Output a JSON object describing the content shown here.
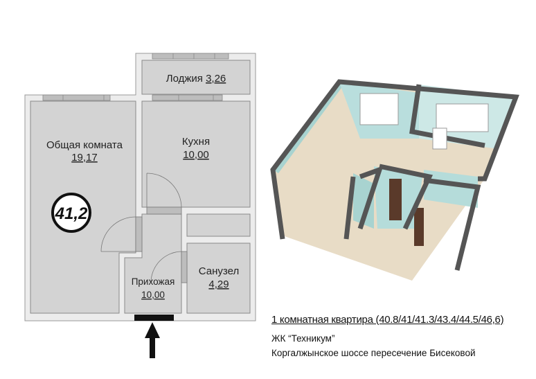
{
  "plan": {
    "total_area": "41,2",
    "rooms": [
      {
        "name": "Лоджия",
        "area": "3,26"
      },
      {
        "name": "Общая комната",
        "area": "19,17"
      },
      {
        "name": "Кухня",
        "area": "10,00"
      },
      {
        "name": "Прихожая",
        "area": "10,00"
      },
      {
        "name": "Санузел",
        "area": "4,29"
      }
    ]
  },
  "info": {
    "title": "1 комнатная квартира (40.8/41/41.3/43.4/44.5/46,6)",
    "complex": "ЖК “Техникум”",
    "address": "Коргалжынское шоссе пересечение Бисековой"
  }
}
